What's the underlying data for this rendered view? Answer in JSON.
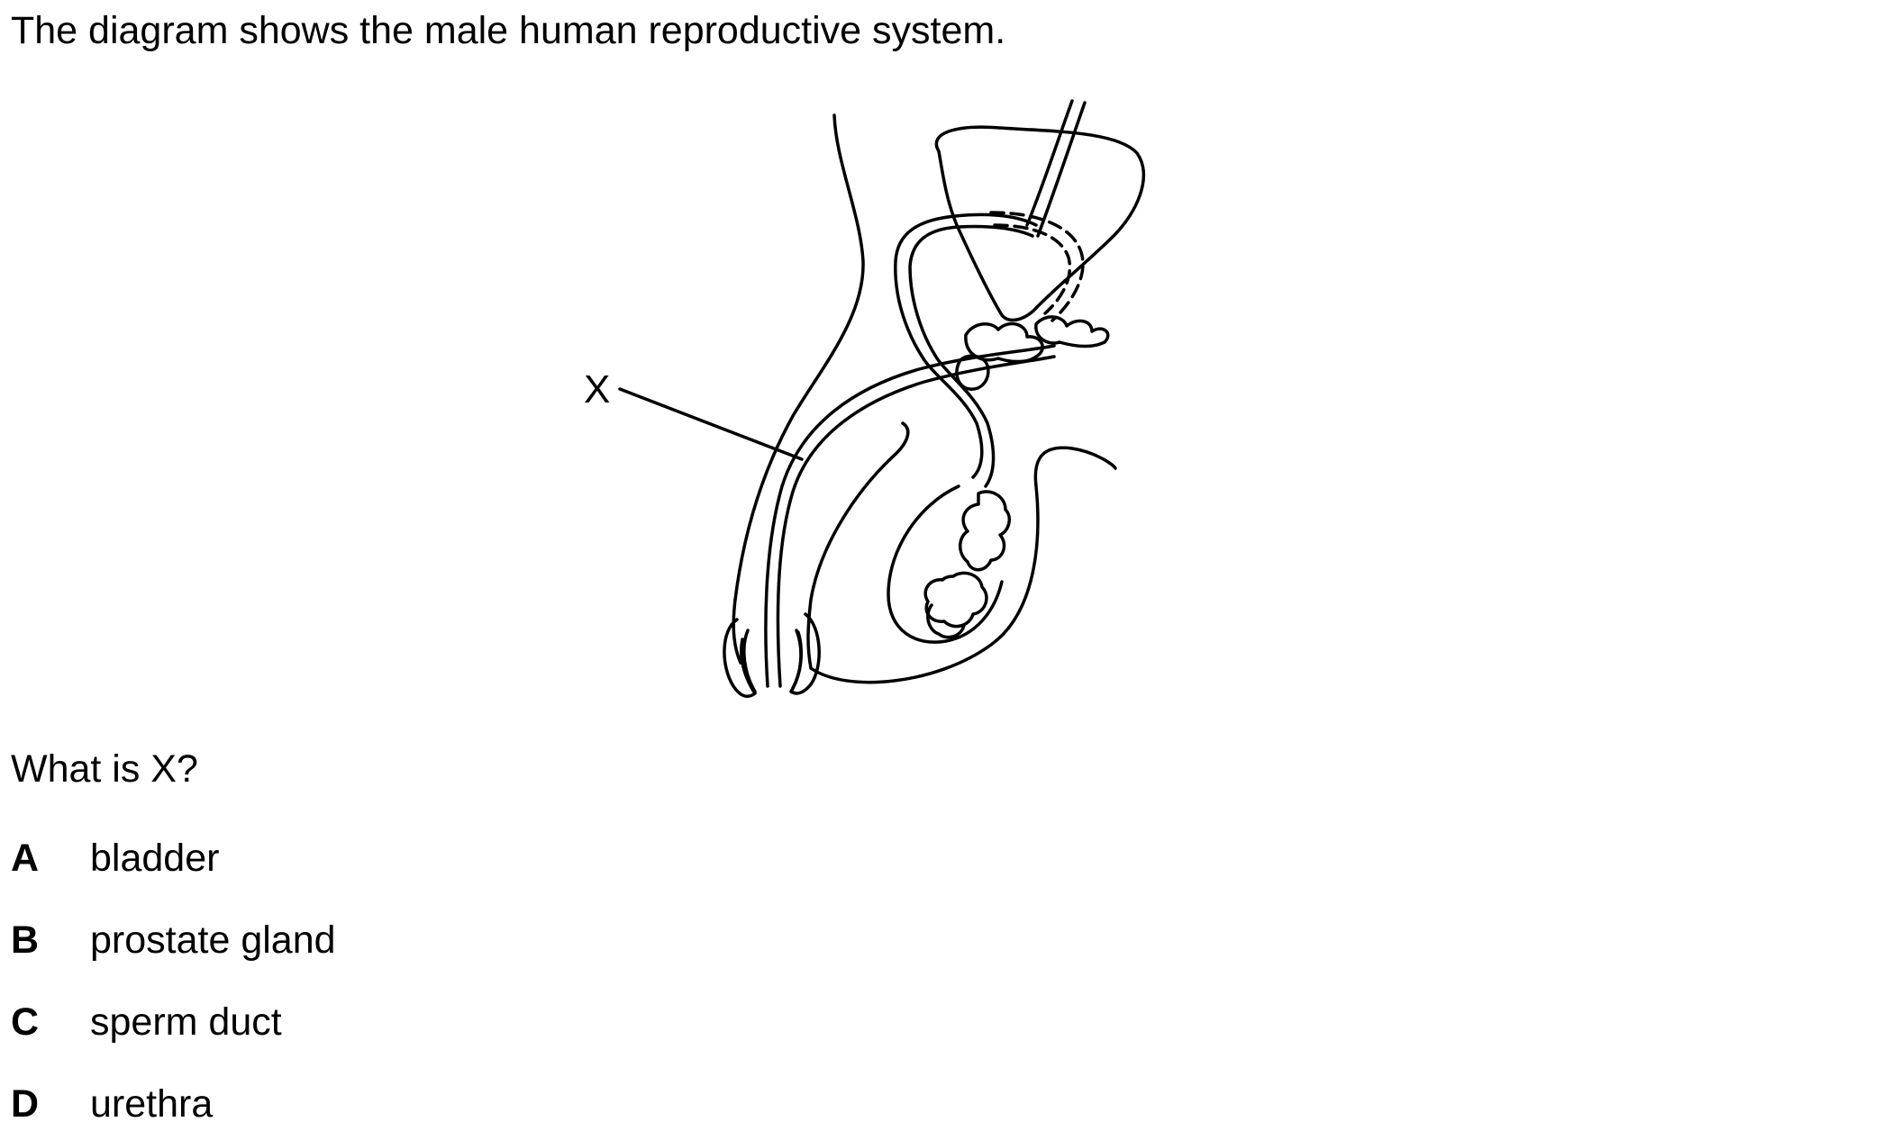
{
  "question": {
    "stem": "The diagram shows the male human reproductive system.",
    "prompt": "What is X?",
    "diagram_label": "X",
    "options": [
      {
        "letter": "A",
        "text": "bladder"
      },
      {
        "letter": "B",
        "text": "prostate gland"
      },
      {
        "letter": "C",
        "text": "sperm duct"
      },
      {
        "letter": "D",
        "text": "urethra"
      }
    ]
  }
}
